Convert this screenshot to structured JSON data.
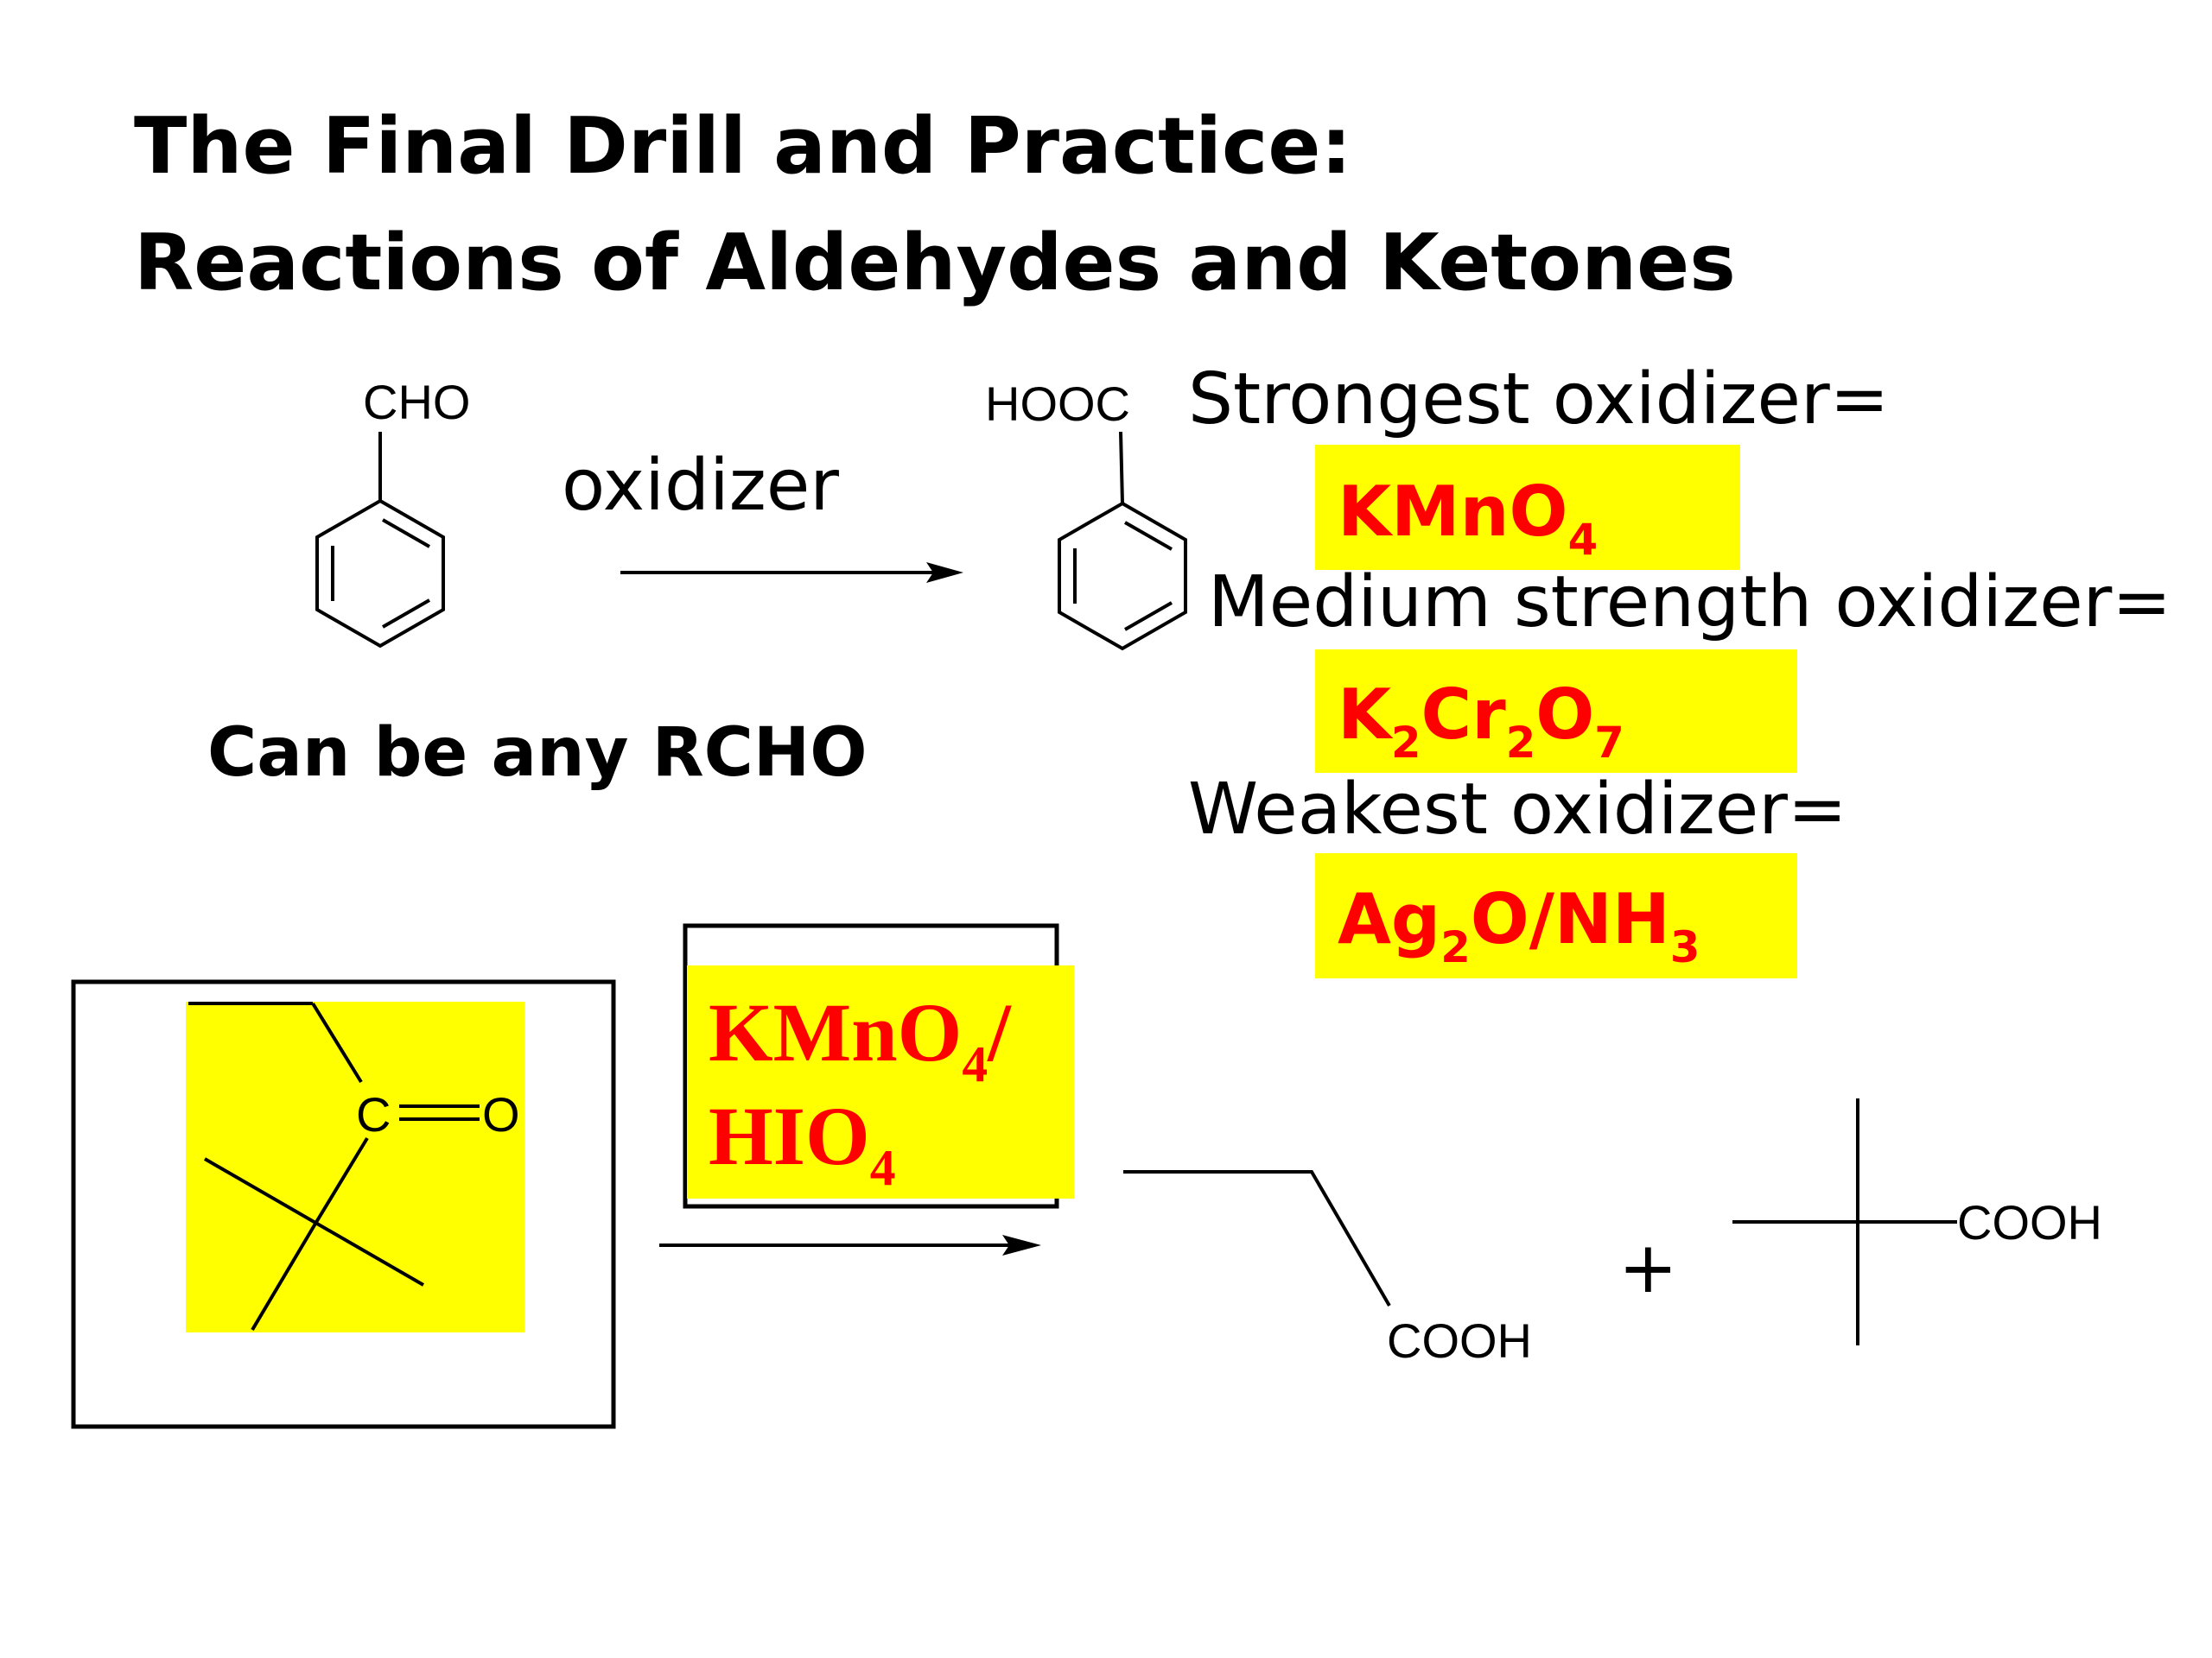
{
  "title": {
    "line1": "The Final Drill and Practice:",
    "line2": "Reactions of Aldehydes and Ketones"
  },
  "reaction1": {
    "reactant_group": "CHO",
    "reagent_label": "oxidizer",
    "product_group": "HOOC",
    "note": "Can be any RCHO"
  },
  "oxidizers": {
    "strongest_label": "Strongest oxidizer=",
    "strongest": {
      "main": "KMnO",
      "sub": "4"
    },
    "medium_label": "Medium  strength oxidizer=",
    "medium": {
      "p1": "K",
      "s1": "2",
      "p2": "Cr",
      "s2": "2",
      "p3": "O",
      "s3": "7"
    },
    "weakest_label": "Weakest oxidizer=",
    "weakest": {
      "p1": "Ag",
      "s1": "2",
      "p2": "O/NH",
      "s2": "3"
    }
  },
  "reaction2": {
    "ketone_c": "C",
    "ketone_o": "O",
    "reagent_line1": {
      "main": "KMnO",
      "sub": "4",
      "tail": "/"
    },
    "reagent_line2": {
      "main": "HIO",
      "sub": "4"
    },
    "product1_group": "COOH",
    "plus": "+",
    "product2_group": "COOH"
  },
  "colors": {
    "highlight": "#ffff00",
    "reagent_text": "#ff0000"
  }
}
